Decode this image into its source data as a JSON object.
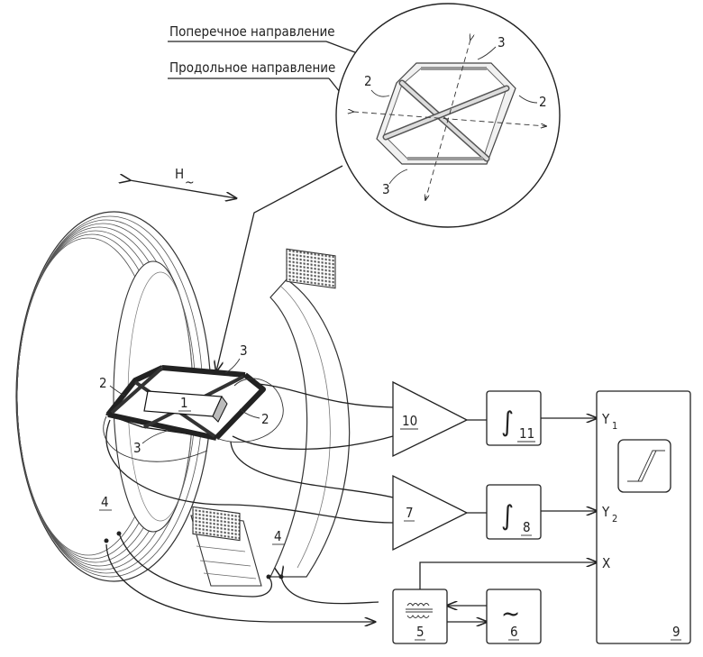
{
  "callouts": {
    "transverse": "Поперечное направление",
    "longitudinal": "Продольное направление"
  },
  "field_label": "H",
  "field_sub": "~",
  "inset_labels": {
    "a": "2",
    "b": "3",
    "c": "2",
    "d": "3"
  },
  "sensor_labels": {
    "core": "1",
    "frame_left": "2",
    "frame_right": "2",
    "bar_top": "3",
    "bar_bottom": "3"
  },
  "coil_labels": {
    "left": "4",
    "right": "4"
  },
  "blocks": {
    "amp_top": "10",
    "amp_bottom": "7",
    "int_top": "11",
    "int_bottom": "8",
    "transformer": "5",
    "generator": "6",
    "scope": "9"
  },
  "scope_inputs": {
    "y1": "Y",
    "y1_sub": "1",
    "y2": "Y",
    "y2_sub": "2",
    "x": "X"
  },
  "symbols": {
    "integrator": "∫",
    "generator": "~"
  }
}
